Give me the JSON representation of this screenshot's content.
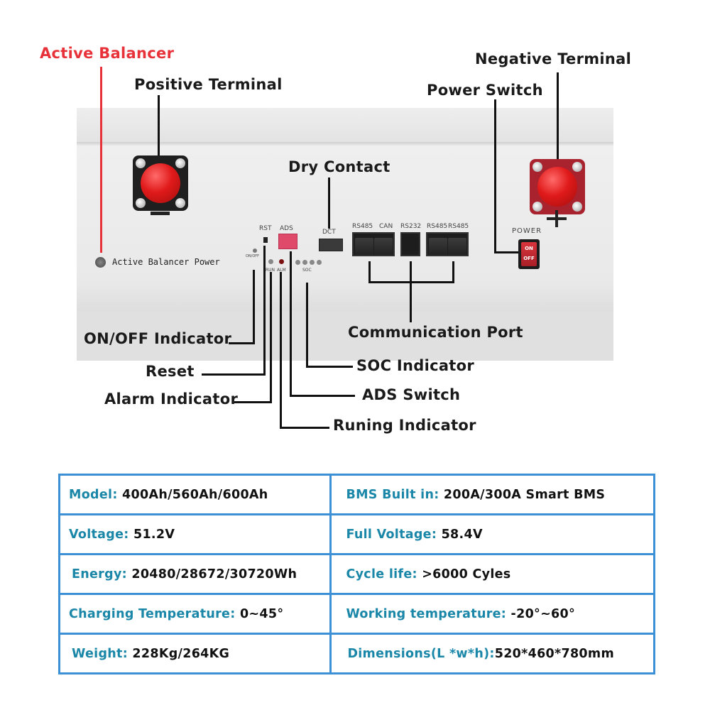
{
  "callouts": {
    "active_balancer": "Active Balancer",
    "positive_terminal": "Positive Terminal",
    "negative_terminal": "Negative Terminal",
    "power_switch": "Power Switch",
    "dry_contact": "Dry Contact",
    "onoff_indicator": "ON/OFF Indicator",
    "reset": "Reset",
    "alarm_indicator": "Alarm Indicator",
    "communication_port": "Communication Port",
    "soc_indicator": "SOC Indicator",
    "ads_switch": "ADS Switch",
    "running_indicator": "Runing Indicator"
  },
  "panel_labels": {
    "active_balancer_power": "Active Balancer Power",
    "rst": "RST",
    "ads": "ADS",
    "dct": "DCT",
    "onoff": "ON/OFF",
    "run": "RUN",
    "alm": "ALM",
    "soc": "SOC",
    "ports": [
      "RS485",
      "CAN",
      "RS232",
      "RS485",
      "RS485"
    ],
    "power": "POWER",
    "switch_on": "ON",
    "switch_off": "OFF",
    "minus_sign": "−",
    "plus_sign": "+"
  },
  "colors": {
    "accent_red": "#e8323a",
    "table_border": "#3d8fd6",
    "spec_key": "#1a87a8"
  },
  "specs": [
    [
      {
        "key": "Model:",
        "value": "400Ah/560Ah/600Ah"
      },
      {
        "key": "BMS Built in:",
        "value": "200A/300A Smart BMS"
      }
    ],
    [
      {
        "key": "Voltage:",
        "value": "51.2V"
      },
      {
        "key": "Full Voltage:",
        "value": "58.4V"
      }
    ],
    [
      {
        "key": "Energy:",
        "value": "20480/28672/30720Wh"
      },
      {
        "key": "Cycle life:",
        "value": ">6000 Cyles"
      }
    ],
    [
      {
        "key": "Charging Temperature:",
        "value": "0~45°"
      },
      {
        "key": "Working temperature:",
        "value": "-20°~60°"
      }
    ],
    [
      {
        "key": "Weight:",
        "value": "228Kg/264KG"
      },
      {
        "key": "Dimensions(L *w*h):",
        "value": "520*460*780mm"
      }
    ]
  ]
}
